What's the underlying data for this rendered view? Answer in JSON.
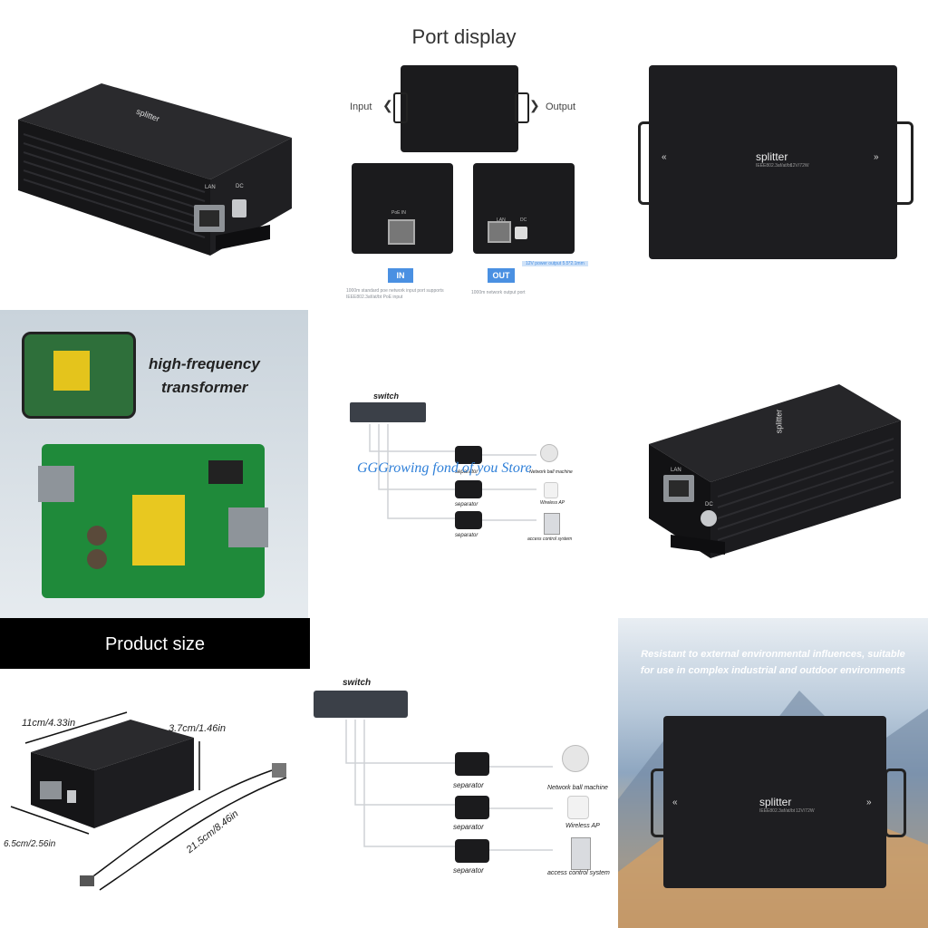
{
  "port_display": {
    "title": "Port display",
    "input_label": "Input",
    "output_label": "Output",
    "in_badge": "IN",
    "out_badge": "OUT",
    "in_caption": "1000m standard poe network input port supports IEEE802.3af/at/bt PoE input",
    "out_caption": "1000m network output port",
    "out_note": "12V power output 5.5*2.1mm",
    "port_lan": "LAN",
    "port_dc": "DC",
    "port_poe_in": "PoE IN"
  },
  "products": {
    "splitter_brand": "splitter",
    "standard_text": "IEEE802.3af/at/bt",
    "power_text": "12V/72W"
  },
  "pcb": {
    "label_line1": "high-frequency",
    "label_line2": "transformer"
  },
  "diagram_small": {
    "switch_label": "switch",
    "separator_1": "separator",
    "separator_2": "separator",
    "separator_3": "separator",
    "device_1": "Network ball machine",
    "device_2": "Wireless AP",
    "device_3": "access control system",
    "watermark": "GGGrowing fond of you Store"
  },
  "size": {
    "header": "Product size",
    "length": "11cm/4.33in",
    "height": "3.7cm/1.46in",
    "width": "6.5cm/2.56in",
    "cable": "21.5cm/8.46in"
  },
  "diagram_large": {
    "switch_label": "switch",
    "separator_1": "separator",
    "separator_2": "separator",
    "separator_3": "separator",
    "device_1": "Network ball machine",
    "device_2": "Wireless AP",
    "device_3": "access control system"
  },
  "environment": {
    "line1": "Resistant to external environmental influences, suitable",
    "line2": "for use in complex industrial and outdoor environments"
  },
  "colors": {
    "badge_blue": "#4a90e2",
    "black_panel": "#000000",
    "body_black": "#1b1b1d"
  }
}
